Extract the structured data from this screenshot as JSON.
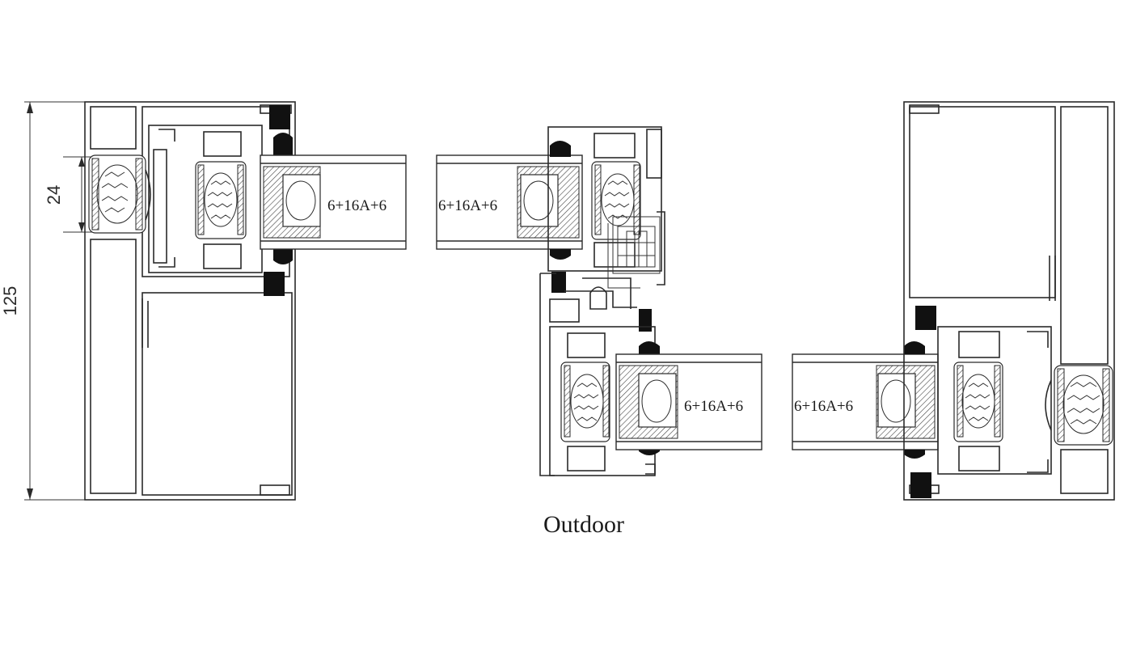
{
  "dimensions": {
    "overall_height": "125",
    "strip_height": "24"
  },
  "glass_labels": [
    "6+16A+6",
    "6+16A+6",
    "6+16A+6",
    "6+16A+6"
  ],
  "caption": "Outdoor",
  "colors": {
    "line": "#2a2a2a",
    "gasket": "#111111",
    "background": "#ffffff"
  }
}
